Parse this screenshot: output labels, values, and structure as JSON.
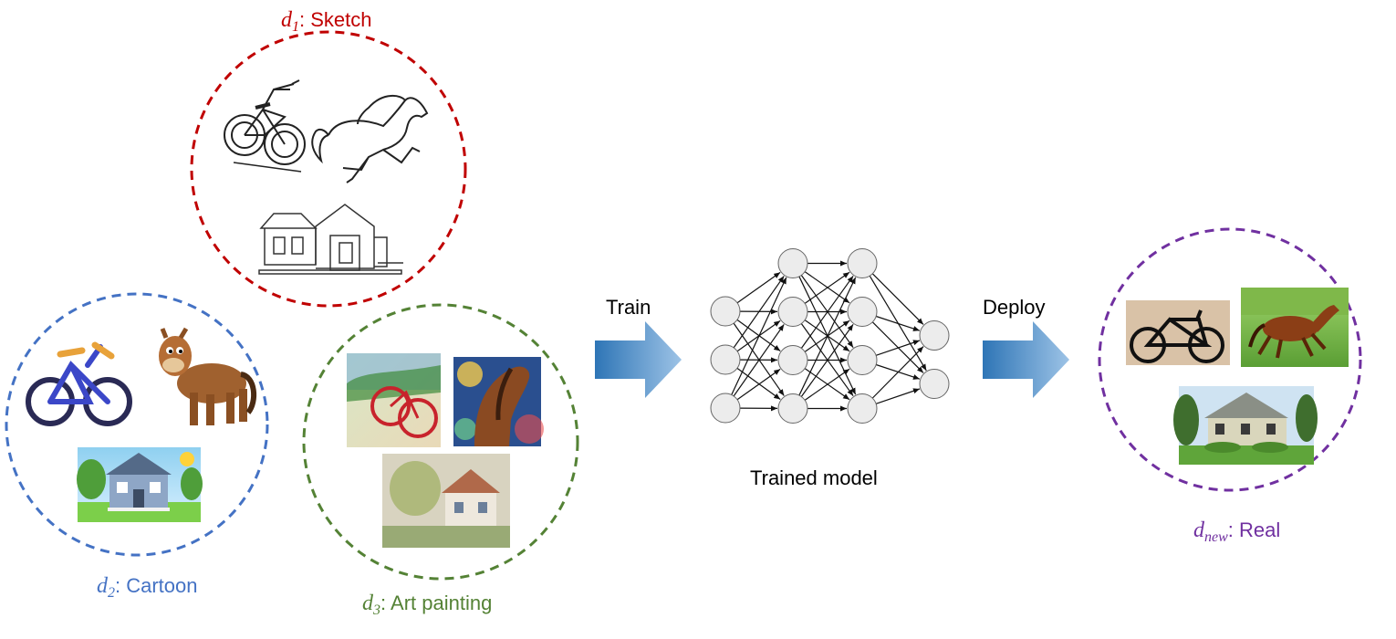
{
  "domains": {
    "sketch": {
      "var": "d",
      "sub": "1",
      "name": "Sketch",
      "color": "#c00000"
    },
    "cartoon": {
      "var": "d",
      "sub": "2",
      "name": "Cartoon",
      "color": "#4472c4"
    },
    "art": {
      "var": "d",
      "sub": "3",
      "name": "Art painting",
      "color": "#548235"
    },
    "real": {
      "var": "d",
      "sub": "new",
      "name": "Real",
      "color": "#7030a0"
    }
  },
  "separator": ": ",
  "train_label": "Train",
  "deploy_label": "Deploy",
  "model_label": "Trained model",
  "network_layers": [
    3,
    4,
    4,
    2
  ],
  "arrow_color": "#2e75b6",
  "icons": [
    "bicycle-icon",
    "horse-icon",
    "house-icon"
  ]
}
